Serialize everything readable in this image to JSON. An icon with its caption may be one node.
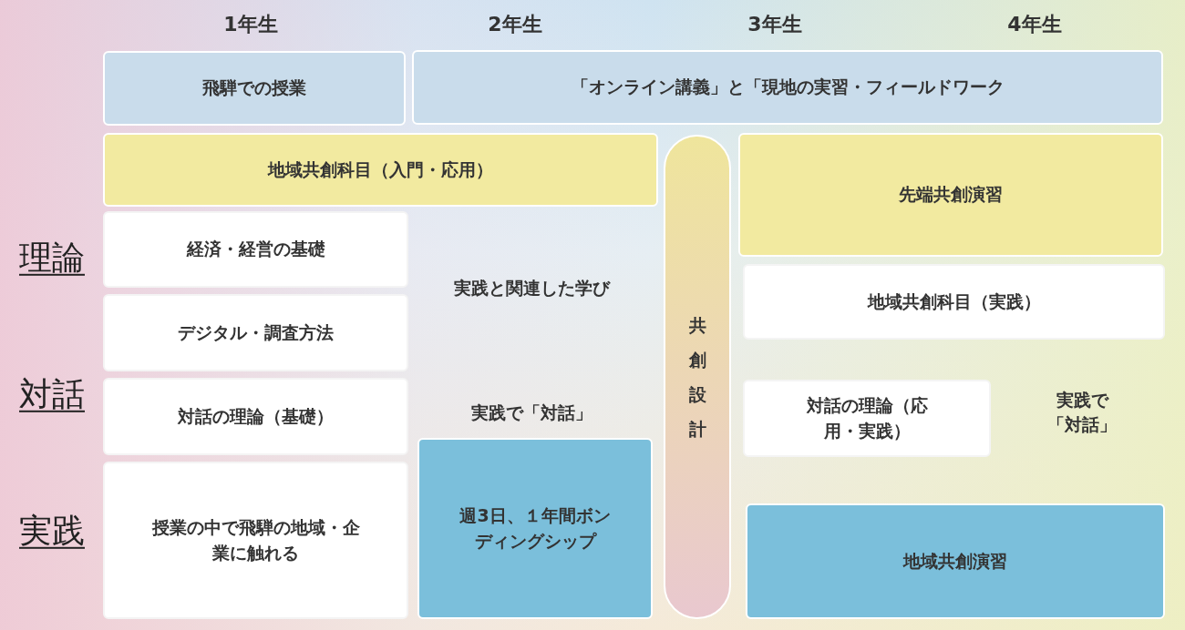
{
  "diagram": {
    "nodes": [
      {
        "text": [
          "飛騨での授業"
        ]
      },
      {
        "text": [
          "「オンライン講義」と「現地の実習・フィールドワーク"
        ]
      },
      {
        "text": [
          "地域共創科目（入門・応用）"
        ]
      },
      {
        "text": [
          "共創設計"
        ]
      },
      {
        "text": [
          "先端共創演習"
        ]
      },
      {
        "text": [
          "経済・経営の基礎"
        ]
      },
      {
        "text": [
          "地域共創科目（実践）"
        ]
      },
      {
        "text": [
          "デジタル・調査方法"
        ]
      },
      {
        "text": [
          "対話の理論（基礎）"
        ]
      },
      {
        "text": [
          "対話の理論（応用・実践）"
        ]
      },
      {
        "text": [
          "授業の中で飛騨の地域・企業に触れる"
        ]
      },
      {
        "text": [
          "週3日、１年間ボンディングシップ"
        ]
      },
      {
        "text": [
          "地域共創演習"
        ]
      }
    ],
    "labels": [
      "1年生",
      "2年生",
      "3年生",
      "4年生",
      "理論",
      "実践と関連した学び",
      "対話",
      "実践で「対話」",
      "実践で「対話」",
      "実践"
    ]
  }
}
